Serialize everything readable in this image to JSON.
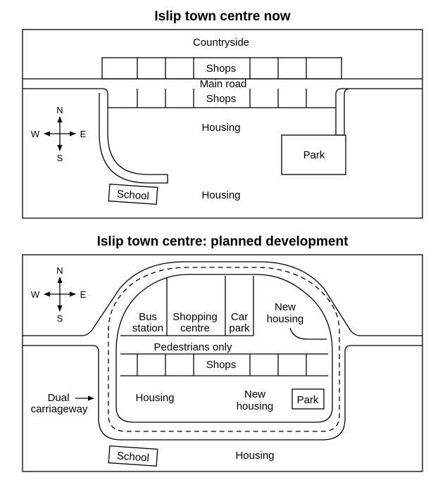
{
  "now": {
    "title": "Islip town centre now",
    "countryside": "Countryside",
    "shops_top": "Shops",
    "main_road": "Main road",
    "shops_bottom": "Shops",
    "housing_mid": "Housing",
    "housing_bottom": "Housing",
    "park": "Park",
    "school": "School"
  },
  "planned": {
    "title": "Islip town centre: planned development",
    "bus_1": "Bus",
    "bus_2": "station",
    "shopping_1": "Shopping",
    "shopping_2": "centre",
    "car_1": "Car",
    "car_2": "park",
    "new_housing_top_1": "New",
    "new_housing_top_2": "housing",
    "pedestrians": "Pedestrians only",
    "shops": "Shops",
    "housing_left": "Housing",
    "new_housing_mid_1": "New",
    "new_housing_mid_2": "housing",
    "park": "Park",
    "dual_1": "Dual",
    "dual_2": "carriageway",
    "school": "School",
    "housing_bottom": "Housing"
  },
  "compass": {
    "n": "N",
    "s": "S",
    "e": "E",
    "w": "W"
  },
  "colors": {
    "ink": "#000000",
    "paper": "#ffffff"
  }
}
